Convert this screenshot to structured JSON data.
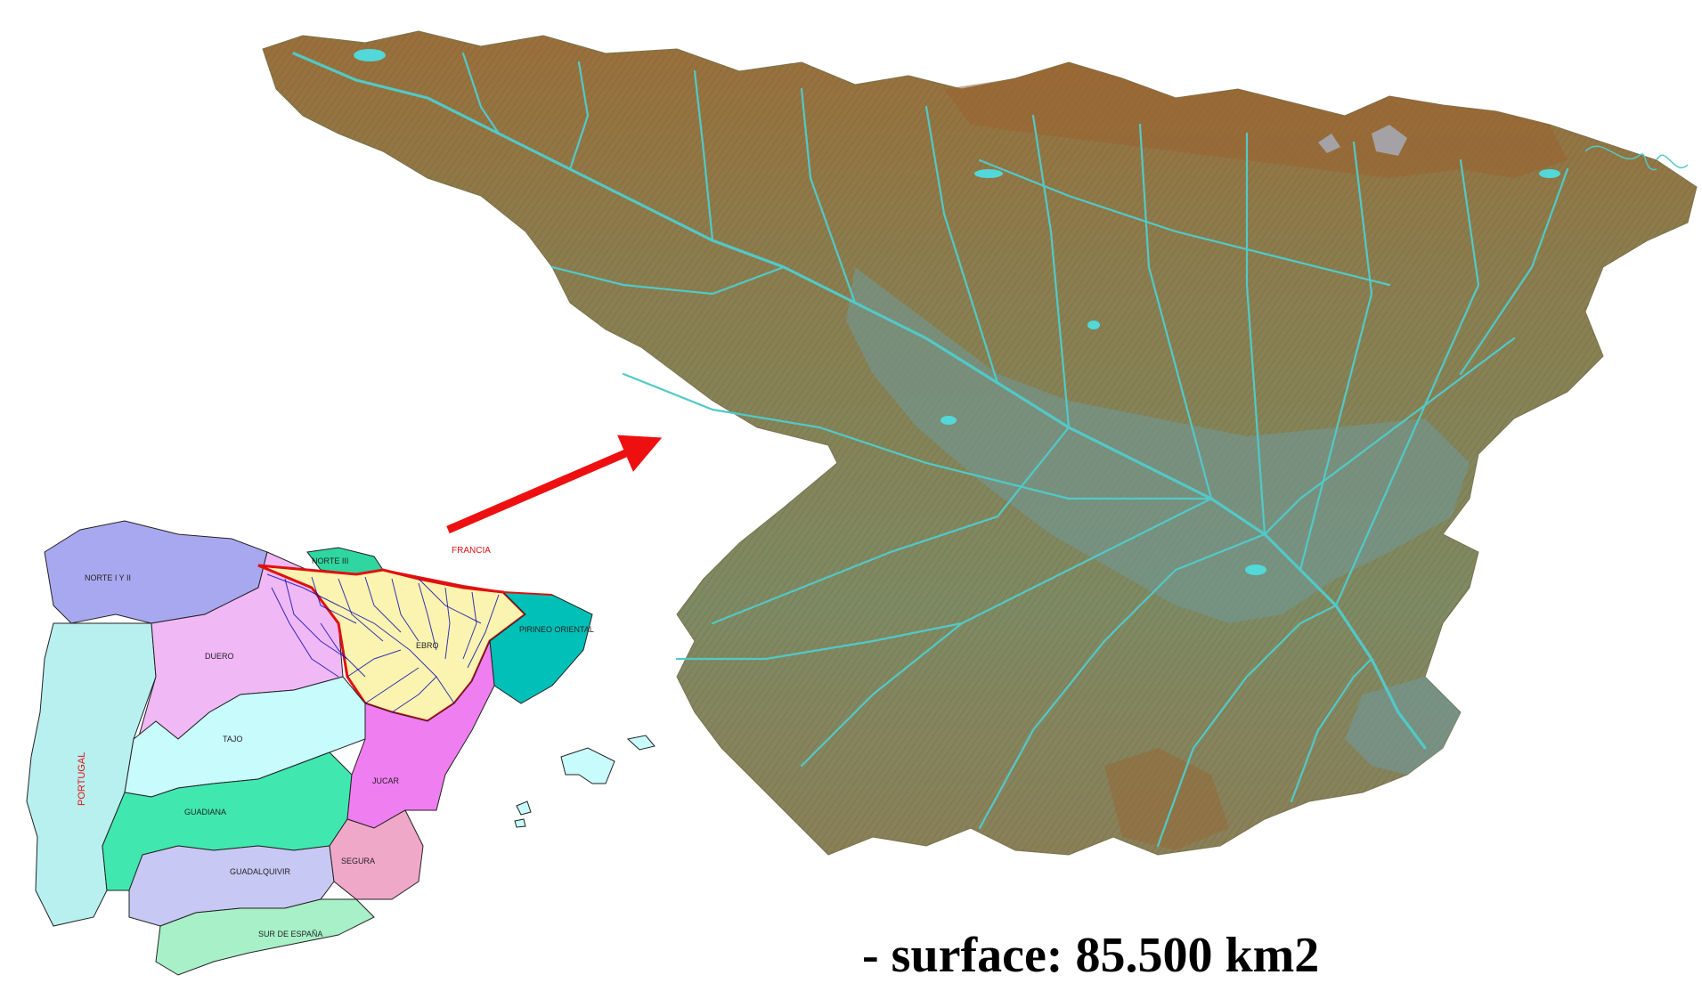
{
  "colors": {
    "background": "#ffffff",
    "terrain_low": "#7e8a63",
    "terrain_mid": "#8a7e4f",
    "terrain_high": "#9a6f3a",
    "valley": "#6f9a9b",
    "river": "#52c9c8",
    "outline_highlight": "#e01010",
    "arrow": "#ee1010",
    "river_network_inset": "#1010b0"
  },
  "inset_map": {
    "country_labels": {
      "france": "FRANCIA",
      "portugal": "PORTUGAL"
    },
    "basins": [
      {
        "key": "norte_i_ii",
        "name": "NORTE I Y II",
        "color": "#a8a8f0"
      },
      {
        "key": "norte_iii",
        "name": "NORTE III",
        "color": "#2fd6a0"
      },
      {
        "key": "duero",
        "name": "DUERO",
        "color": "#f0b8f5"
      },
      {
        "key": "ebro",
        "name": "EBRO",
        "color": "#fbf4b0",
        "highlighted": true
      },
      {
        "key": "pirineo_oriental",
        "name": "PIRINEO ORIENTAL",
        "color": "#00c0b8"
      },
      {
        "key": "tajo",
        "name": "TAJO",
        "color": "#c8fbfb"
      },
      {
        "key": "guadiana",
        "name": "GUADIANA",
        "color": "#40e8b0"
      },
      {
        "key": "jucar",
        "name": "JUCAR",
        "color": "#ef7ef0"
      },
      {
        "key": "guadalquivir",
        "name": "GUADALQUIVIR",
        "color": "#c8c8f5"
      },
      {
        "key": "segura",
        "name": "SEGURA",
        "color": "#f0a8c8"
      },
      {
        "key": "sur_de_espana",
        "name": "SUR DE ESPAÑA",
        "color": "#a8f0c8"
      },
      {
        "key": "portugal",
        "name": "",
        "color": "#b8f0f0"
      },
      {
        "key": "baleares",
        "name": "",
        "color": "#c8fbfb"
      }
    ]
  },
  "caption": {
    "surface": "- surface: 85.500 km2"
  }
}
